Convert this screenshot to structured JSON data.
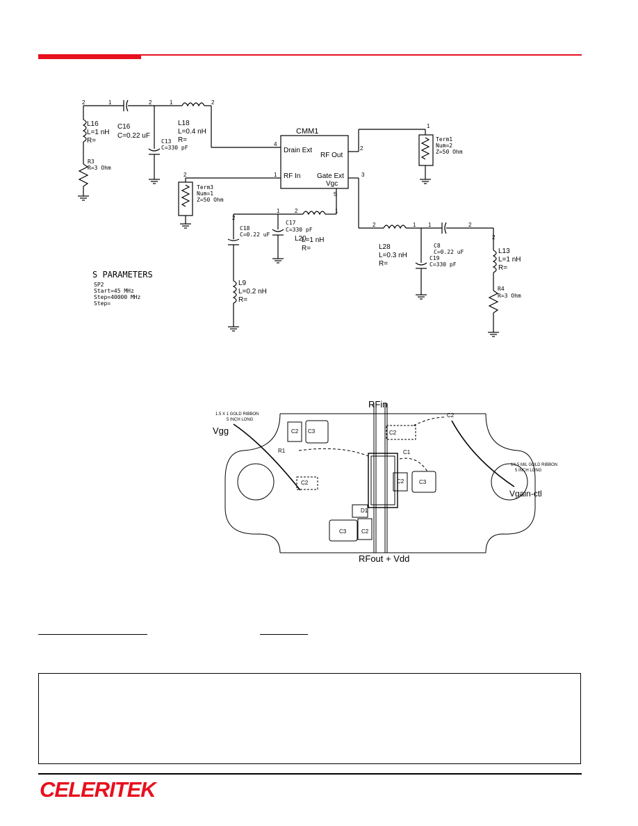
{
  "header": {
    "accent_color": "#e8101e"
  },
  "schematic": {
    "cmm_label": "CMM1",
    "cmm_ports": {
      "drain_ext": "Drain Ext",
      "rf_out": "RF Out",
      "rf_in": "RF In",
      "gate_ext": "Gate Ext",
      "vgc": "Vgc"
    },
    "pin_numbers": {
      "p1": "1",
      "p2": "2",
      "p3": "3",
      "p4": "4",
      "p5": "5"
    },
    "components": {
      "c16_name": "C16",
      "c16_val": "C=0.22 uF",
      "l16_name": "L16",
      "l16_l": "L=1 nH",
      "l16_r": "R=",
      "r3_name": "R3",
      "r3_val": "R=3  Ohm",
      "c13_name": "C13",
      "c13_val": "C=330  pF",
      "l18_name": "L18",
      "l18_l": "L=0.4 nH",
      "l18_r": "R=",
      "term3_name": "Term3",
      "term3_num": "Num=1",
      "term3_z": "Z=50  Ohm",
      "term1_name": "Term1",
      "term1_num": "Num=2",
      "term1_z": "Z=50  Ohm",
      "c18_name": "C18",
      "c18_val": "C=0.22  uF",
      "c17_name": "C17",
      "c17_val": "C=330 pF",
      "l20_name": "L20",
      "l20_l": "L=1 nH",
      "l20_r": "R=",
      "l9_name": "L9",
      "l9_l": "L=0.2 nH",
      "l9_r": "R=",
      "l28_name": "L28",
      "l28_l": "L=0.3 nH",
      "l28_r": "R=",
      "c8_name": "C8",
      "c8_val": "C=0.22  uF",
      "c19_name": "C19",
      "c19_val": "C=330  pF",
      "l13_name": "L13",
      "l13_l": "L=1 nH",
      "l13_r": "R=",
      "r4_name": "R4",
      "r4_val": "R=3  Ohm"
    },
    "sparams": {
      "title": "S  PARAMETERS",
      "line1": "SP2",
      "line2": "Start=45  MHz",
      "line3": "Step=40000  MHz",
      "line4": "Step="
    }
  },
  "layout_drawing": {
    "rfin": "RFin",
    "rfout": "RFout  +  Vdd",
    "vgg": "Vgg",
    "vgain": "Vgain-ctl",
    "wire_note_left_1": "1.5 X 1 GOLD RIBBON",
    "wire_note_left_2": "5 INCH LONG",
    "wire_note_right_1": "1X.5 MIL GOLD RIBBON",
    "wire_note_right_2": "5 INCH LONG",
    "labels": {
      "c1": "C1",
      "c2": "C2",
      "c3": "C3",
      "r1": "R1",
      "d1": "D1"
    }
  },
  "footer": {
    "logo_text": "CELERITEK"
  }
}
